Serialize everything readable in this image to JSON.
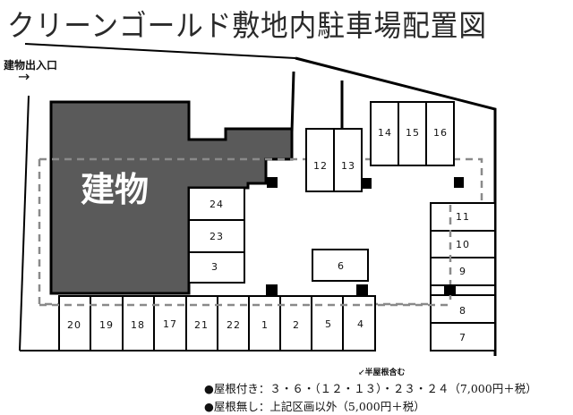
{
  "title": "クリーンゴールド敷地内駐車場配置図",
  "entrance": {
    "label": "建物出入口",
    "arrow": "→"
  },
  "building": {
    "label": "建物",
    "color": "#5a5a5a"
  },
  "colors": {
    "line": "#000000",
    "dashed_route": "#8a8a8a",
    "pillar": "#000000",
    "slot_fill": "#ffffff"
  },
  "slots": {
    "s1": "1",
    "s2": "2",
    "s3": "3",
    "s4": "4",
    "s5": "5",
    "s6": "6",
    "s7": "7",
    "s8": "8",
    "s9": "9",
    "s10": "10",
    "s11": "11",
    "s12": "12",
    "s13": "13",
    "s14": "14",
    "s15": "15",
    "s16": "16",
    "s17": "17",
    "s18": "18",
    "s19": "19",
    "s20": "20",
    "s21": "21",
    "s22": "22",
    "s23": "23",
    "s24": "24"
  },
  "legend": {
    "half_roof_note": "↙半屋根含む",
    "roofed": "●屋根付き：３・６・（１２・１３）・２３・２４（7,000円＋税）",
    "unroofed": "●屋根無し：上記区画以外（5,000円＋税）"
  }
}
